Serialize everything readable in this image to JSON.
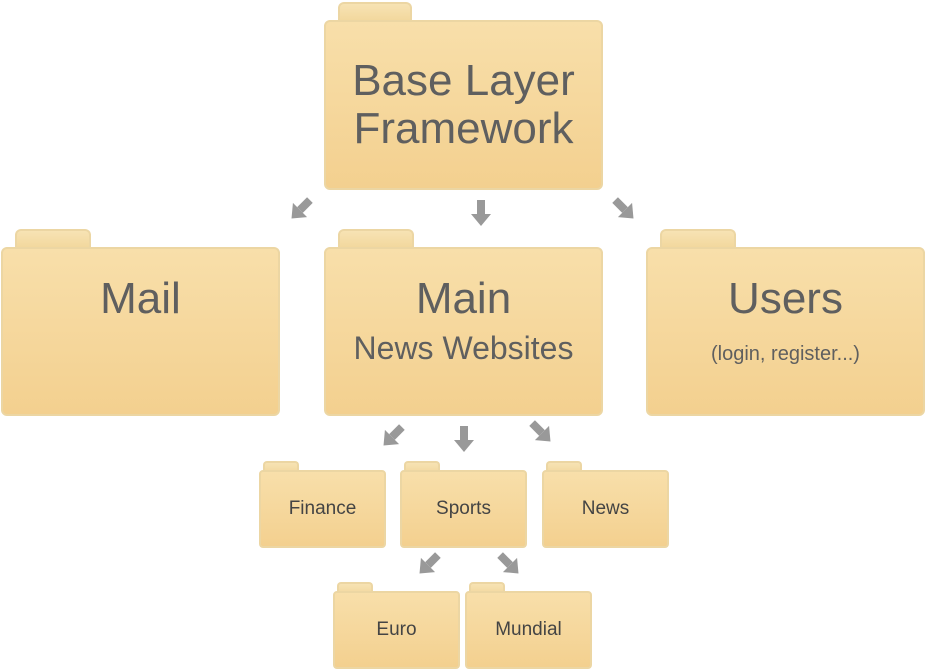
{
  "nodes": {
    "base": {
      "line1": "Base Layer",
      "line2": "Framework"
    },
    "mail": {
      "title": "Mail"
    },
    "main": {
      "title": "Main",
      "subtitle": "News Websites"
    },
    "users": {
      "title": "Users",
      "subtitle": "(login, register...)"
    },
    "finance": {
      "title": "Finance"
    },
    "sports": {
      "title": "Sports"
    },
    "news": {
      "title": "News"
    },
    "euro": {
      "title": "Euro"
    },
    "mundial": {
      "title": "Mundial"
    }
  },
  "colors": {
    "folder_fill": "#f5d69a",
    "folder_border": "#ecd6a3",
    "arrow": "#999999",
    "text": "#5f5f5f"
  }
}
